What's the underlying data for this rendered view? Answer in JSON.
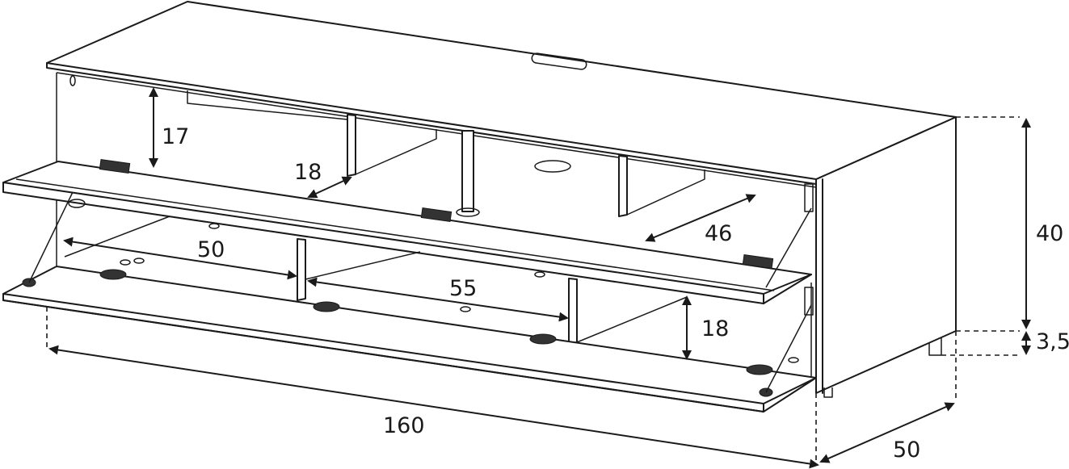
{
  "dimensions": {
    "width": "160",
    "height": "40",
    "depth": "50",
    "feet_height": "3,5",
    "upper_compartment_height": "17",
    "lower_compartment_height": "18",
    "divider_thickness": "18",
    "lower_left_width": "50",
    "lower_middle_width": "55",
    "upper_depth": "46"
  },
  "colors": {
    "line": "#1a1a1a",
    "background": "#ffffff"
  }
}
